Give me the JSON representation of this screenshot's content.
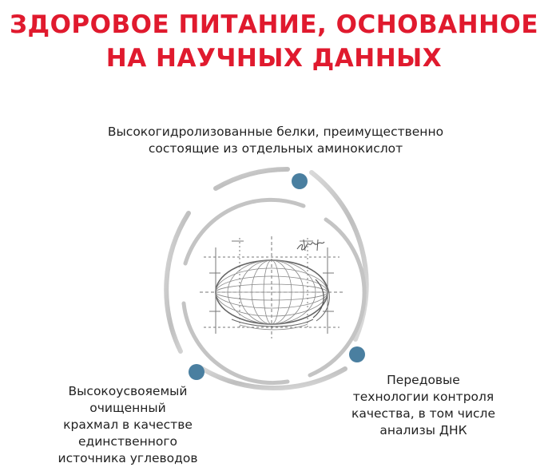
{
  "title": {
    "line1": "ЗДОРОВОЕ ПИТАНИЕ, ОСНОВАННОЕ",
    "line2": "НА НАУЧНЫХ ДАННЫХ"
  },
  "benefits": [
    {
      "lines": [
        "Высокогидролизованные белки, преимущественно",
        "состоящие из отдельных аминокислот"
      ]
    },
    {
      "lines": [
        "Высокоусвояемый",
        "очищенный",
        "крахмал в качестве",
        "единственного",
        "источника углеводов"
      ]
    },
    {
      "lines": [
        "Передовые",
        "технологии контроля",
        "качества, в том числе",
        "анализы ДНК"
      ]
    }
  ],
  "colors": {
    "brand_red": "#e01a2e",
    "text": "#222222",
    "ring": "#c8c8c8",
    "dot": "#4a7fa0",
    "sketch": "#777777"
  },
  "icons": {
    "center": "kibble-sketch-icon",
    "markers": "circle-dot-icon"
  }
}
